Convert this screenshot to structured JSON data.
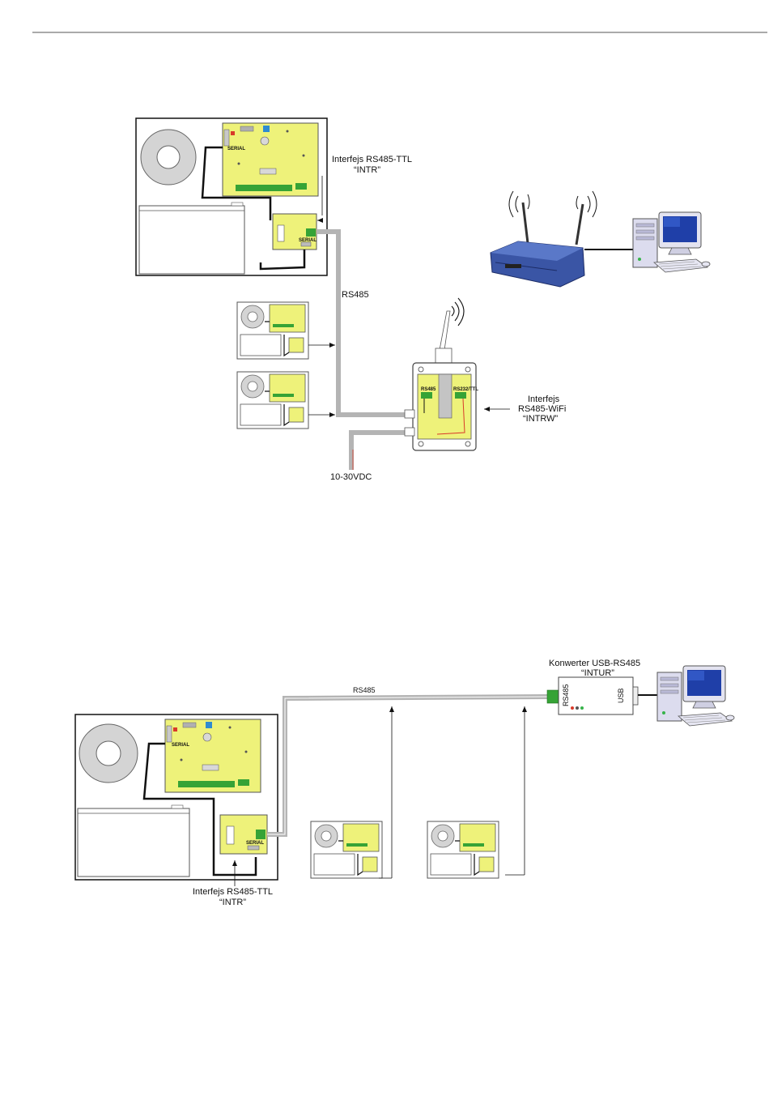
{
  "diagram1": {
    "intr_label": [
      "Interfejs RS485-TTL",
      "“INTR”"
    ],
    "rs485_label": "RS485",
    "intrw_label": [
      "Interfejs",
      "RS485-WiFi",
      "“INTRW”"
    ],
    "power_label": "10-30VDC",
    "board_serial": "SERIAL",
    "intrw_port_left": "RS485",
    "intrw_port_right": "RS232/TTL"
  },
  "diagram2": {
    "rs485_label": "RS485",
    "intur_label": [
      "Konwerter USB-RS485",
      "“INTUR”"
    ],
    "intur_port_left": "RS485",
    "intur_port_right": "USB",
    "intr_label": [
      "Interfejs RS485-TTL",
      "“INTR”"
    ],
    "board_serial": "SERIAL"
  },
  "colors": {
    "board": "#eef27a",
    "cable": "#b4b4b4",
    "router": "#3a55a5",
    "monitor_screen": "#1f3fa8",
    "pc_case": "#dcdcee",
    "terminal": "#36a336"
  }
}
